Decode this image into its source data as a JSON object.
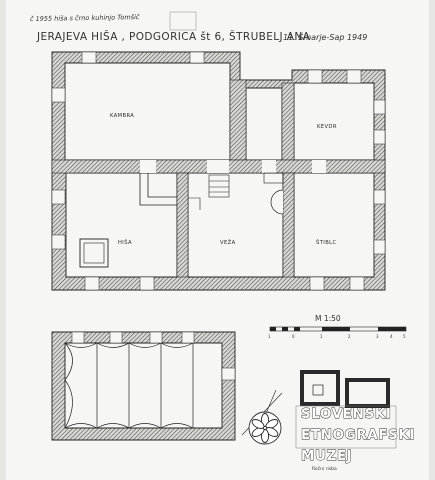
{
  "drawing": {
    "pencil_note": "č 1955 hiša s črno kuhinjo Tomšič",
    "title": "JERAJEVA HIŠA , PODGORICA št 6, ŠTRUBELJ ANA",
    "date": "11. Šmarje-Sap 1949",
    "scale_label": "M 1:50",
    "scale_ticks": [
      "1",
      "0",
      "1",
      "2",
      "3",
      "4",
      "5"
    ],
    "rooms": {
      "kambra": "KAMBRA",
      "kevdr": "KEVDR",
      "hisa": "HIŠA",
      "veza": "VEŽA",
      "stiblc": "ŠTIBLC"
    },
    "corner_note": "Ročni risba"
  },
  "museum_logo": {
    "line1": "SLOVENSKI",
    "line2": "ETNOGRAFSKI",
    "line3": "MUZEJ"
  },
  "colors": {
    "wall_hatch": "#555555",
    "paper": "#f6f6f4",
    "ink": "#2a2a2a"
  }
}
